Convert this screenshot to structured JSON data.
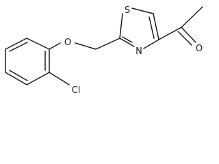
{
  "molecule": {
    "atoms": {
      "sulfur": "S",
      "nitrogen": "N",
      "ether_oxygen": "O",
      "carbonyl_oxygen": "O",
      "chlorine": "Cl"
    },
    "colors": {
      "bond": "#1a1a1a",
      "label": "#1a1a1a",
      "background": "#ffffff"
    }
  }
}
